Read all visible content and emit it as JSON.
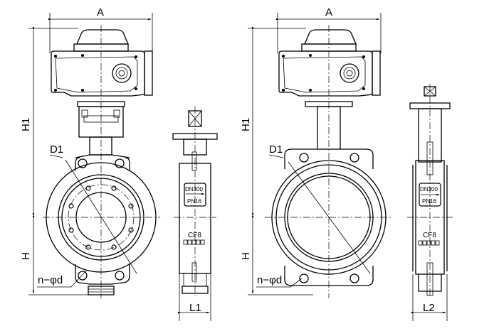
{
  "left_view": {
    "dim_a": "A",
    "dim_h1": "H1",
    "dim_h": "H",
    "dim_d1": "D1",
    "dim_holes": "n−φd",
    "plate_size": "DN300",
    "plate_pressure": "PN16",
    "material": "CF8",
    "dim_l": "L1"
  },
  "right_view": {
    "dim_a": "A",
    "dim_h1": "H1",
    "dim_h": "H",
    "dim_d1": "D1",
    "dim_holes": "n−φd",
    "plate_size": "DN300",
    "plate_pressure": "PN16",
    "material": "CF8",
    "dim_l": "L2"
  }
}
